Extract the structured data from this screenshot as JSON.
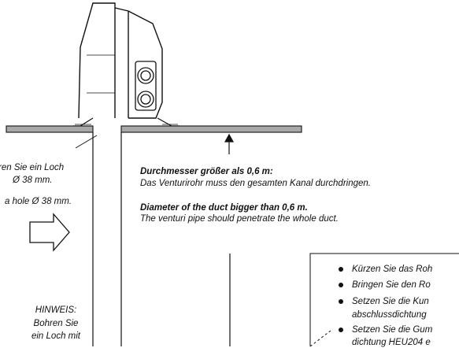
{
  "left_note_de": [
    "ren Sie ein Loch",
    "Ø 38 mm."
  ],
  "left_note_en": "a hole Ø 38 mm.",
  "hinweis": [
    "HINWEIS:",
    "Bohren Sie",
    "ein Loch mit"
  ],
  "large_duct": {
    "title_de": "Durchmesser größer als 0,6 m:",
    "text_de": "Das Venturirohr muss den gesamten Kanal durchdringen.",
    "title_en": "Diameter of the duct bigger than 0,6 m.",
    "text_en": "The venturi pipe should penetrate the whole duct."
  },
  "steps": [
    "Kürzen Sie das Roh",
    "Bringen Sie den Ro",
    "Setzen Sie die Kun",
    "abschlussdichtung",
    "Setzen Sie die Gum",
    "dichtung HEU204 e"
  ]
}
